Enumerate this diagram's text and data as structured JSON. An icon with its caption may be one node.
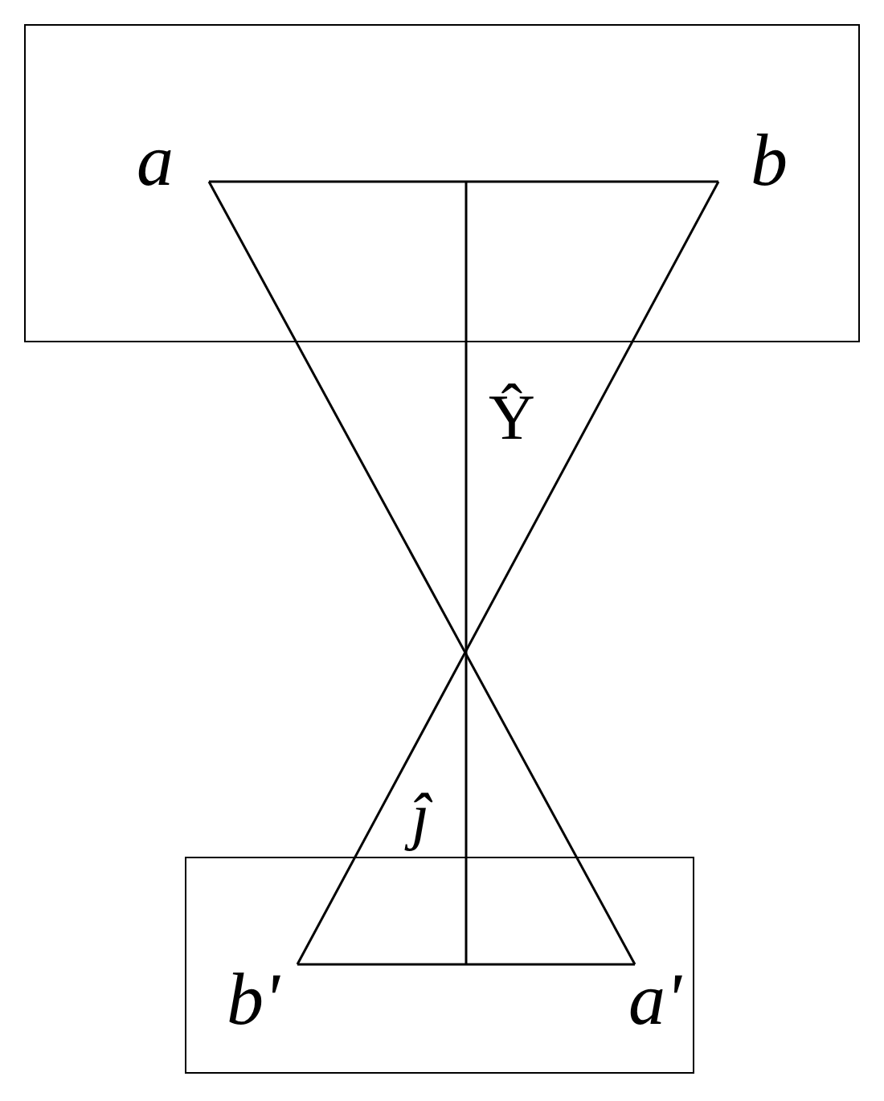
{
  "diagram": {
    "nodes": [
      {
        "text": [],
        "shape": "box"
      },
      {
        "text": [
          "a"
        ],
        "in": 0
      },
      {
        "text": [
          "b"
        ],
        "in": 0
      },
      {
        "text": [],
        "shape": "box"
      },
      {
        "text": [
          "b'"
        ],
        "in": 3
      },
      {
        "text": [
          "a'"
        ],
        "in": 3
      }
    ],
    "edges": [
      {
        "from": 1,
        "to": 2,
        "arrow": "none"
      },
      {
        "from": 1,
        "to": 5,
        "arrow": "none"
      },
      {
        "from": 2,
        "to": 4,
        "arrow": "none"
      },
      {
        "from": 4,
        "to": 5,
        "arrow": "none"
      }
    ],
    "labels": [
      "Ŷ",
      "ĵ"
    ]
  }
}
